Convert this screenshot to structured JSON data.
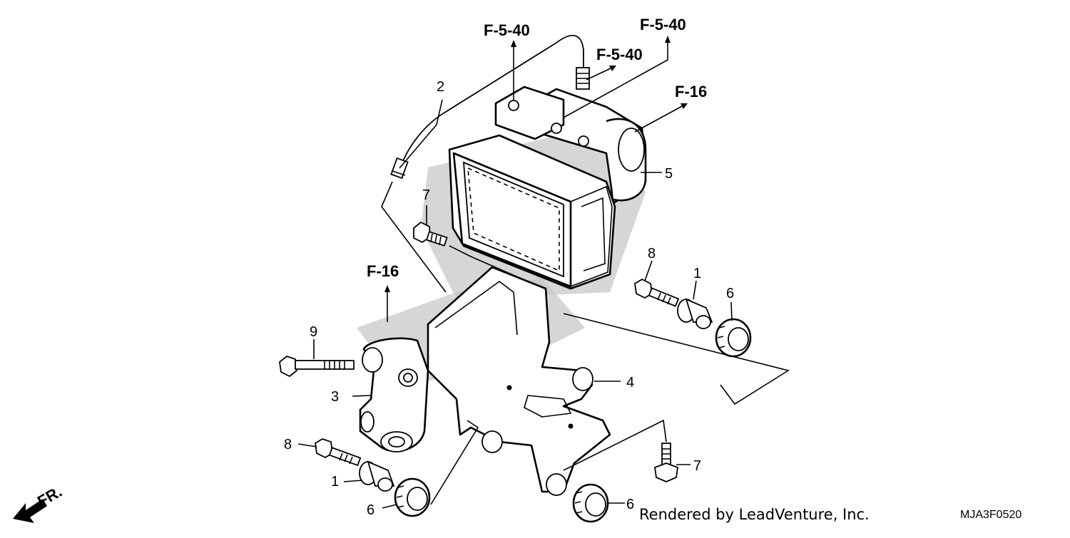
{
  "diagram": {
    "refs": {
      "f540_a": "F-5-40",
      "f540_b": "F-5-40",
      "f540_c": "F-5-40",
      "f16_top": "F-16",
      "f16_left": "F-16"
    },
    "callouts": {
      "n2": "2",
      "n5": "5",
      "n7_top": "7",
      "n8_right": "8",
      "n1_right": "1",
      "n6_right": "6",
      "n9": "9",
      "n3": "3",
      "n4": "4",
      "n8_left": "8",
      "n1_left": "1",
      "n6_bottom_left": "6",
      "n7_bottom": "7",
      "n6_bottom_right": "6"
    },
    "front_label": "FR.",
    "credit": "Rendered by LeadVenture, Inc.",
    "diagram_code": "MJA3F0520"
  }
}
